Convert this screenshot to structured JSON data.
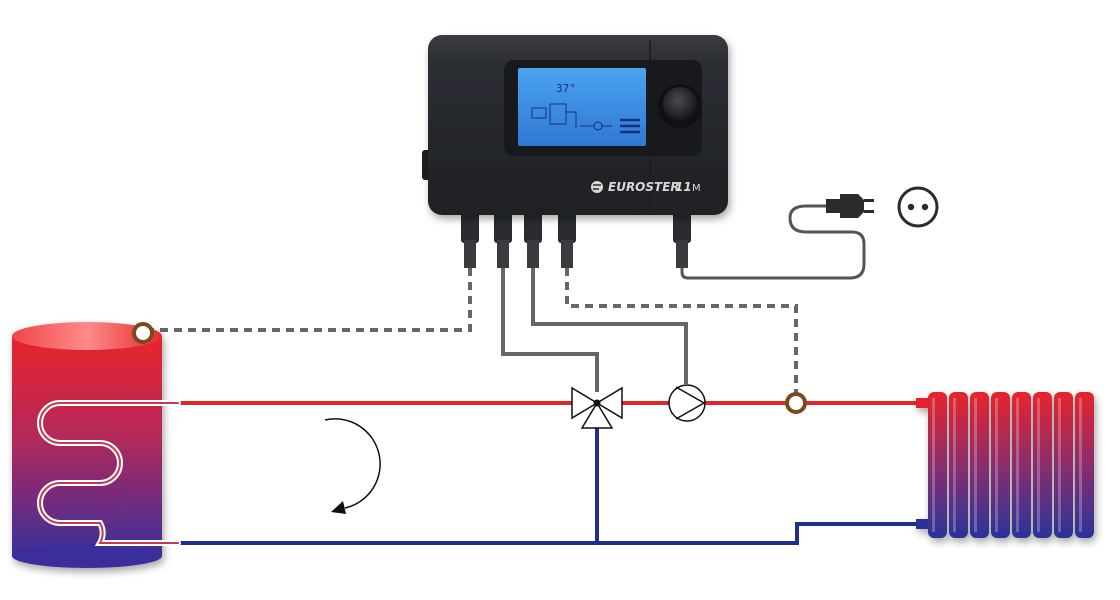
{
  "controller": {
    "brand": "EUROSTER",
    "model_number": "11",
    "model_suffix": "M",
    "display_temperature": "37°"
  },
  "colors": {
    "hot_pipe": "#e0262b",
    "cold_pipe": "#1e2f8f",
    "controller_body": "#2b2d31",
    "lcd_screen": "#3a8de0",
    "sensor": "#7a4a1c",
    "signal_cable": "#666666"
  },
  "components": [
    "controller",
    "hot-water-tank",
    "temperature-sensor",
    "three-way-valve",
    "circulation-pump",
    "radiator",
    "power-plug",
    "wall-socket"
  ]
}
